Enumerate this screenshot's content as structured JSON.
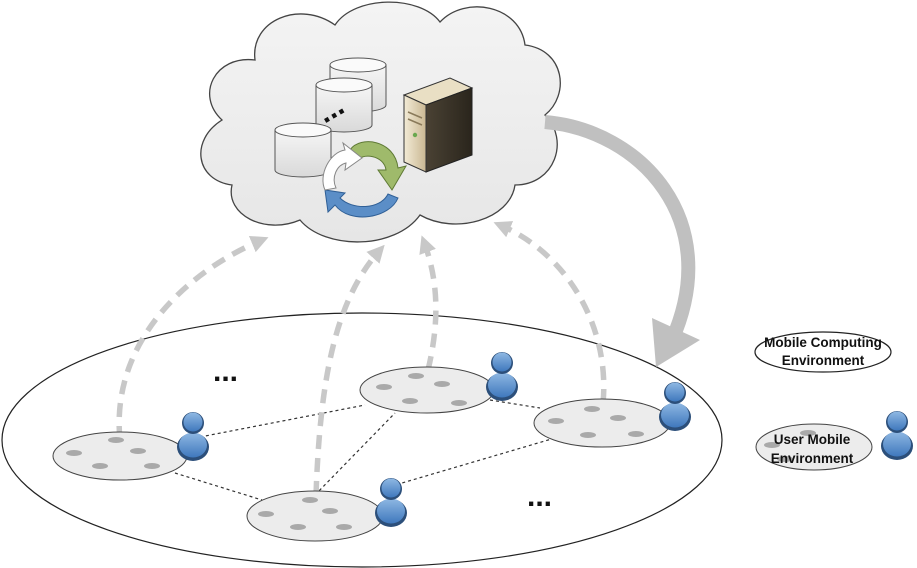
{
  "legend": {
    "computing_line1": "Mobile Computing",
    "computing_line2": "Environment",
    "user_line1": "User Mobile",
    "user_line2": "Environment"
  },
  "ellipsis": "..."
}
